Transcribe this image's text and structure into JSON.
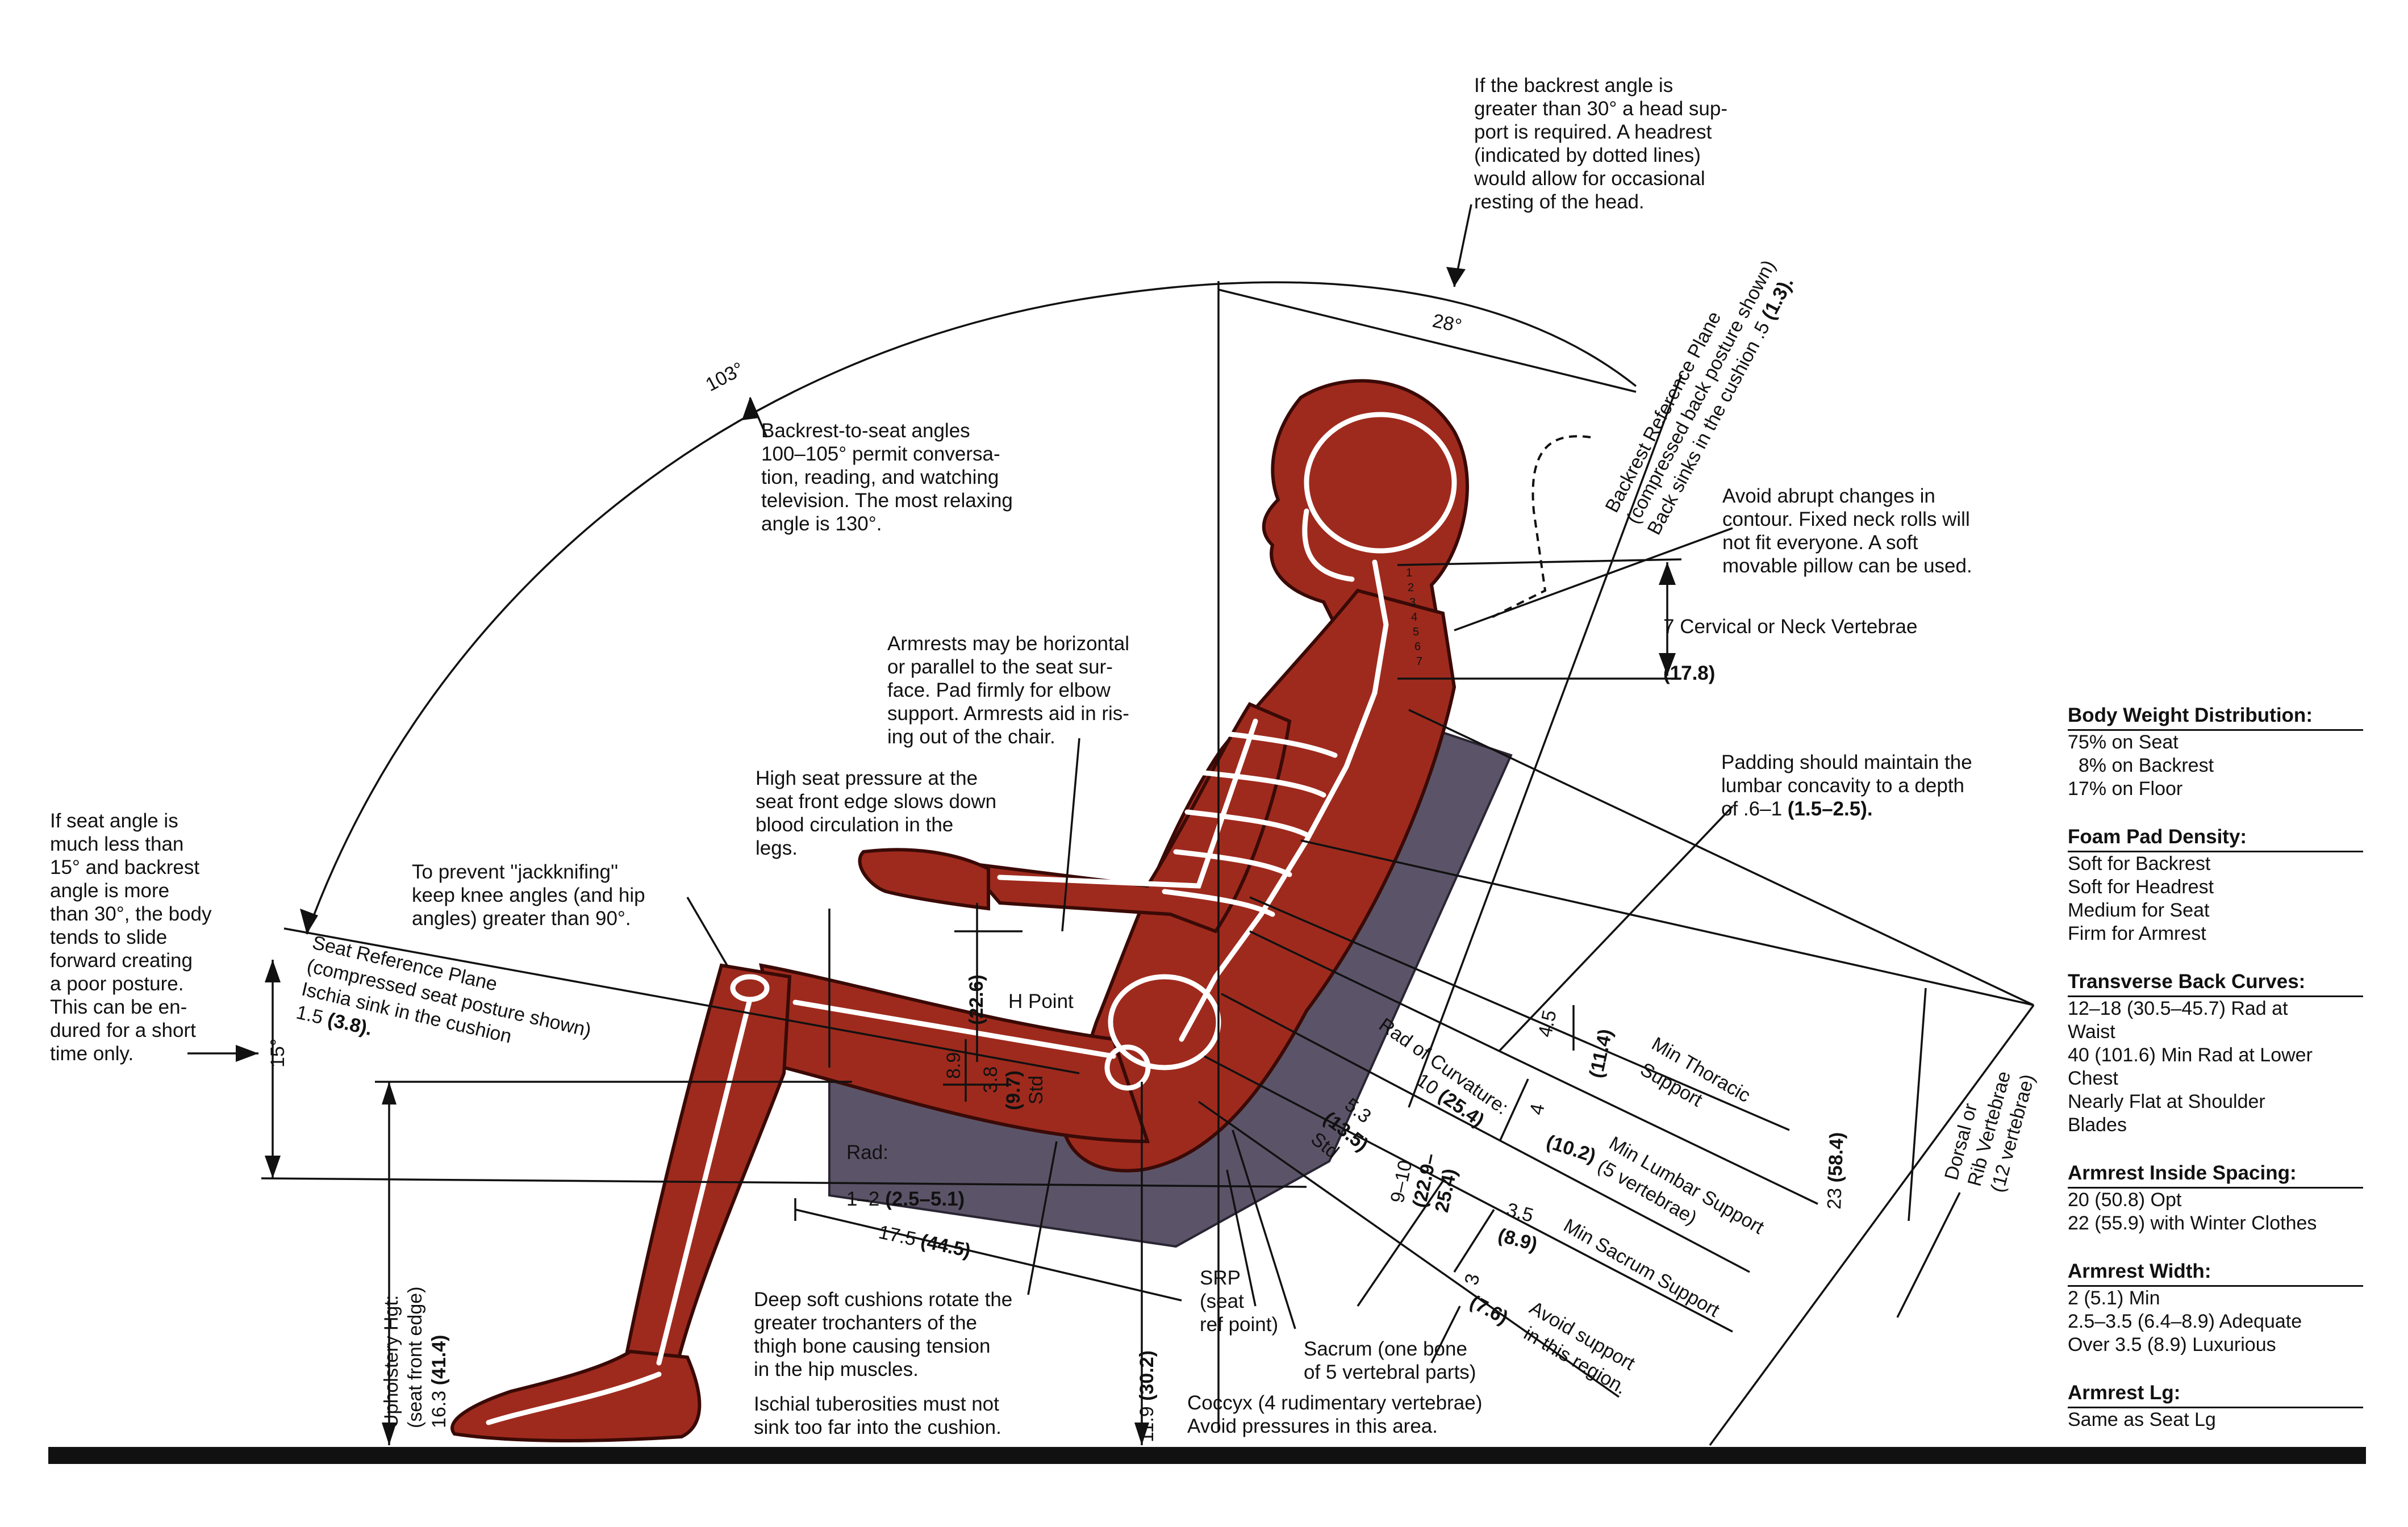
{
  "annotations": {
    "headrest": "If the backrest angle is\ngreater than 30° a head sup-\nport is required. A headrest\n(indicated by dotted lines)\nwould allow for occasional\nresting of the head.",
    "backrest_seat": "Backrest-to-seat angles\n100–105° permit conversa-\ntion, reading, and watching\ntelevision. The most relaxing\nangle is 130°.",
    "armrests": "Armrests may be horizontal\nor parallel to the seat sur-\nface. Pad firmly for elbow\nsupport. Armrests aid in ris-\ning out of the chair.",
    "high_pressure": "High seat pressure at the\nseat front edge slows down\nblood circulation in the\nlegs.",
    "jackknifing": "To prevent ''jackknifing''\nkeep knee angles (and hip\nangles) greater than 90°.",
    "seat_angle": "If seat angle is\nmuch less than\n15° and backrest\nangle is more\nthan 30°, the body\ntends to slide\nforward creating\na poor posture.\nThis can be en-\ndured for a short\ntime only.",
    "contour": "Avoid abrupt changes in\ncontour. Fixed neck rolls will\nnot fit everyone. A soft\nmovable pillow can be used.",
    "cervical": "7 Cervical or Neck Vertebrae",
    "cervical_val": "(17.8)",
    "padding": "Padding should maintain the\nlumbar concavity to a depth\nof .6–1 ",
    "padding_val": "(1.5–2.5).",
    "h_point": "H Point",
    "rad": "Rad:",
    "rad_val_plain": "1–2 ",
    "rad_val_bold": "(2.5–5.1)",
    "deep_soft": "Deep soft cushions rotate the\ngreater trochanters of the\nthigh bone causing tension\nin the hip muscles.",
    "ischial": "Ischial tuberosities must not\nsink too far into the cushion.",
    "srp": "SRP\n(seat\nref point)",
    "sacrum": "Sacrum (one bone\nof 5 vertebral parts)",
    "coccyx": "Coccyx (4 rudimentary vertebrae)\nAvoid pressures in this area."
  },
  "dimensions": {
    "angle_103": "103°",
    "angle_28": "28°",
    "angle_15": "15°",
    "backrest_plane_1": "Backrest Reference Plane",
    "backrest_plane_2": "(compressed back posture shown)",
    "backrest_plane_3": "Back sinks in the cushion .5 ",
    "backrest_plane_3b": "(1.3).",
    "seat_plane_1": "Seat Reference Plane",
    "seat_plane_2": "(compressed seat posture shown)",
    "seat_plane_3": "Ischia sink in the cushion",
    "seat_plane_4": "1.5 ",
    "seat_plane_4b": "(3.8).",
    "d_22_6": "(22.6)",
    "d_8_9": "8.9",
    "d_3_8": "3.8",
    "d_9_7": "(9.7)",
    "d_std": "Std",
    "d_17_5": "17.5 ",
    "d_44_5": "(44.5)",
    "d_11_9": "11.9 ",
    "d_30_2": "(30.2)",
    "upholstery_1": "Upholstery Hgt:",
    "upholstery_2": "(seat front edge)",
    "upholstery_3": "16.3 ",
    "upholstery_3b": "(41.4)",
    "curv_1": "Rad of Curvature:",
    "curv_2": "10 ",
    "curv_2b": "(25.4)",
    "d_5_3": "5.3",
    "d_13_5": "(13.5)",
    "d_std2": "Std",
    "d_9_10": "9–10 ",
    "d_22_9": "(22.9–",
    "d_25_4": "25.4)",
    "d_4_5": "4.5",
    "d_11_4": "(11.4)",
    "min_thoracic_1": "Min Thoracic",
    "min_thoracic_2": "Support",
    "d_4": "4",
    "d_10_2": "(10.2)",
    "min_lumbar_1": "Min Lumbar Support",
    "min_lumbar_2": "(5 vertebrae)",
    "d_3_5": "3.5",
    "d_8_9b": "(8.9)",
    "min_sacrum": "Min Sacrum Support",
    "d_3": "3",
    "d_7_6": "(7.6)",
    "avoid_support_1": "Avoid support",
    "avoid_support_2": "in this region.",
    "d_23": "23 ",
    "d_58_4": "(58.4)",
    "dorsal_1": "Dorsal or",
    "dorsal_2": "Rib Vertebrae",
    "dorsal_3": "(12 vertebrae)",
    "cerv_nums": [
      "1",
      "2",
      "3",
      "4",
      "5",
      "6",
      "7"
    ]
  },
  "sidebar": [
    {
      "title": "Body Weight Distribution:",
      "rows": [
        "75% on Seat",
        "  8% on Backrest",
        "17% on Floor"
      ]
    },
    {
      "title": "Foam Pad Density:",
      "rows": [
        "Soft for Backrest",
        "Soft for Headrest",
        "Medium for Seat",
        "Firm for Armrest"
      ]
    },
    {
      "title": "Transverse Back Curves:",
      "rows": [
        "12–18 (30.5–45.7) Rad at",
        "Waist",
        "40 (101.6) Min Rad at Lower",
        "Chest",
        "Nearly Flat at Shoulder",
        "Blades"
      ]
    },
    {
      "title": "Armrest Inside Spacing:",
      "rows": [
        "20 (50.8) Opt",
        "22 (55.9) with Winter Clothes"
      ]
    },
    {
      "title": "Armrest Width:",
      "rows": [
        "2 (5.1) Min",
        "2.5–3.5 (6.4–8.9) Adequate",
        "Over 3.5 (8.9) Luxurious"
      ]
    },
    {
      "title": "Armrest Lg:",
      "rows": [
        "Same as Seat Lg"
      ]
    }
  ],
  "colors": {
    "body": "#9e2a1d",
    "body_dark": "#5a120c",
    "cushion": "#5b5468",
    "floor": "#111111",
    "bone": "#ffffff"
  }
}
